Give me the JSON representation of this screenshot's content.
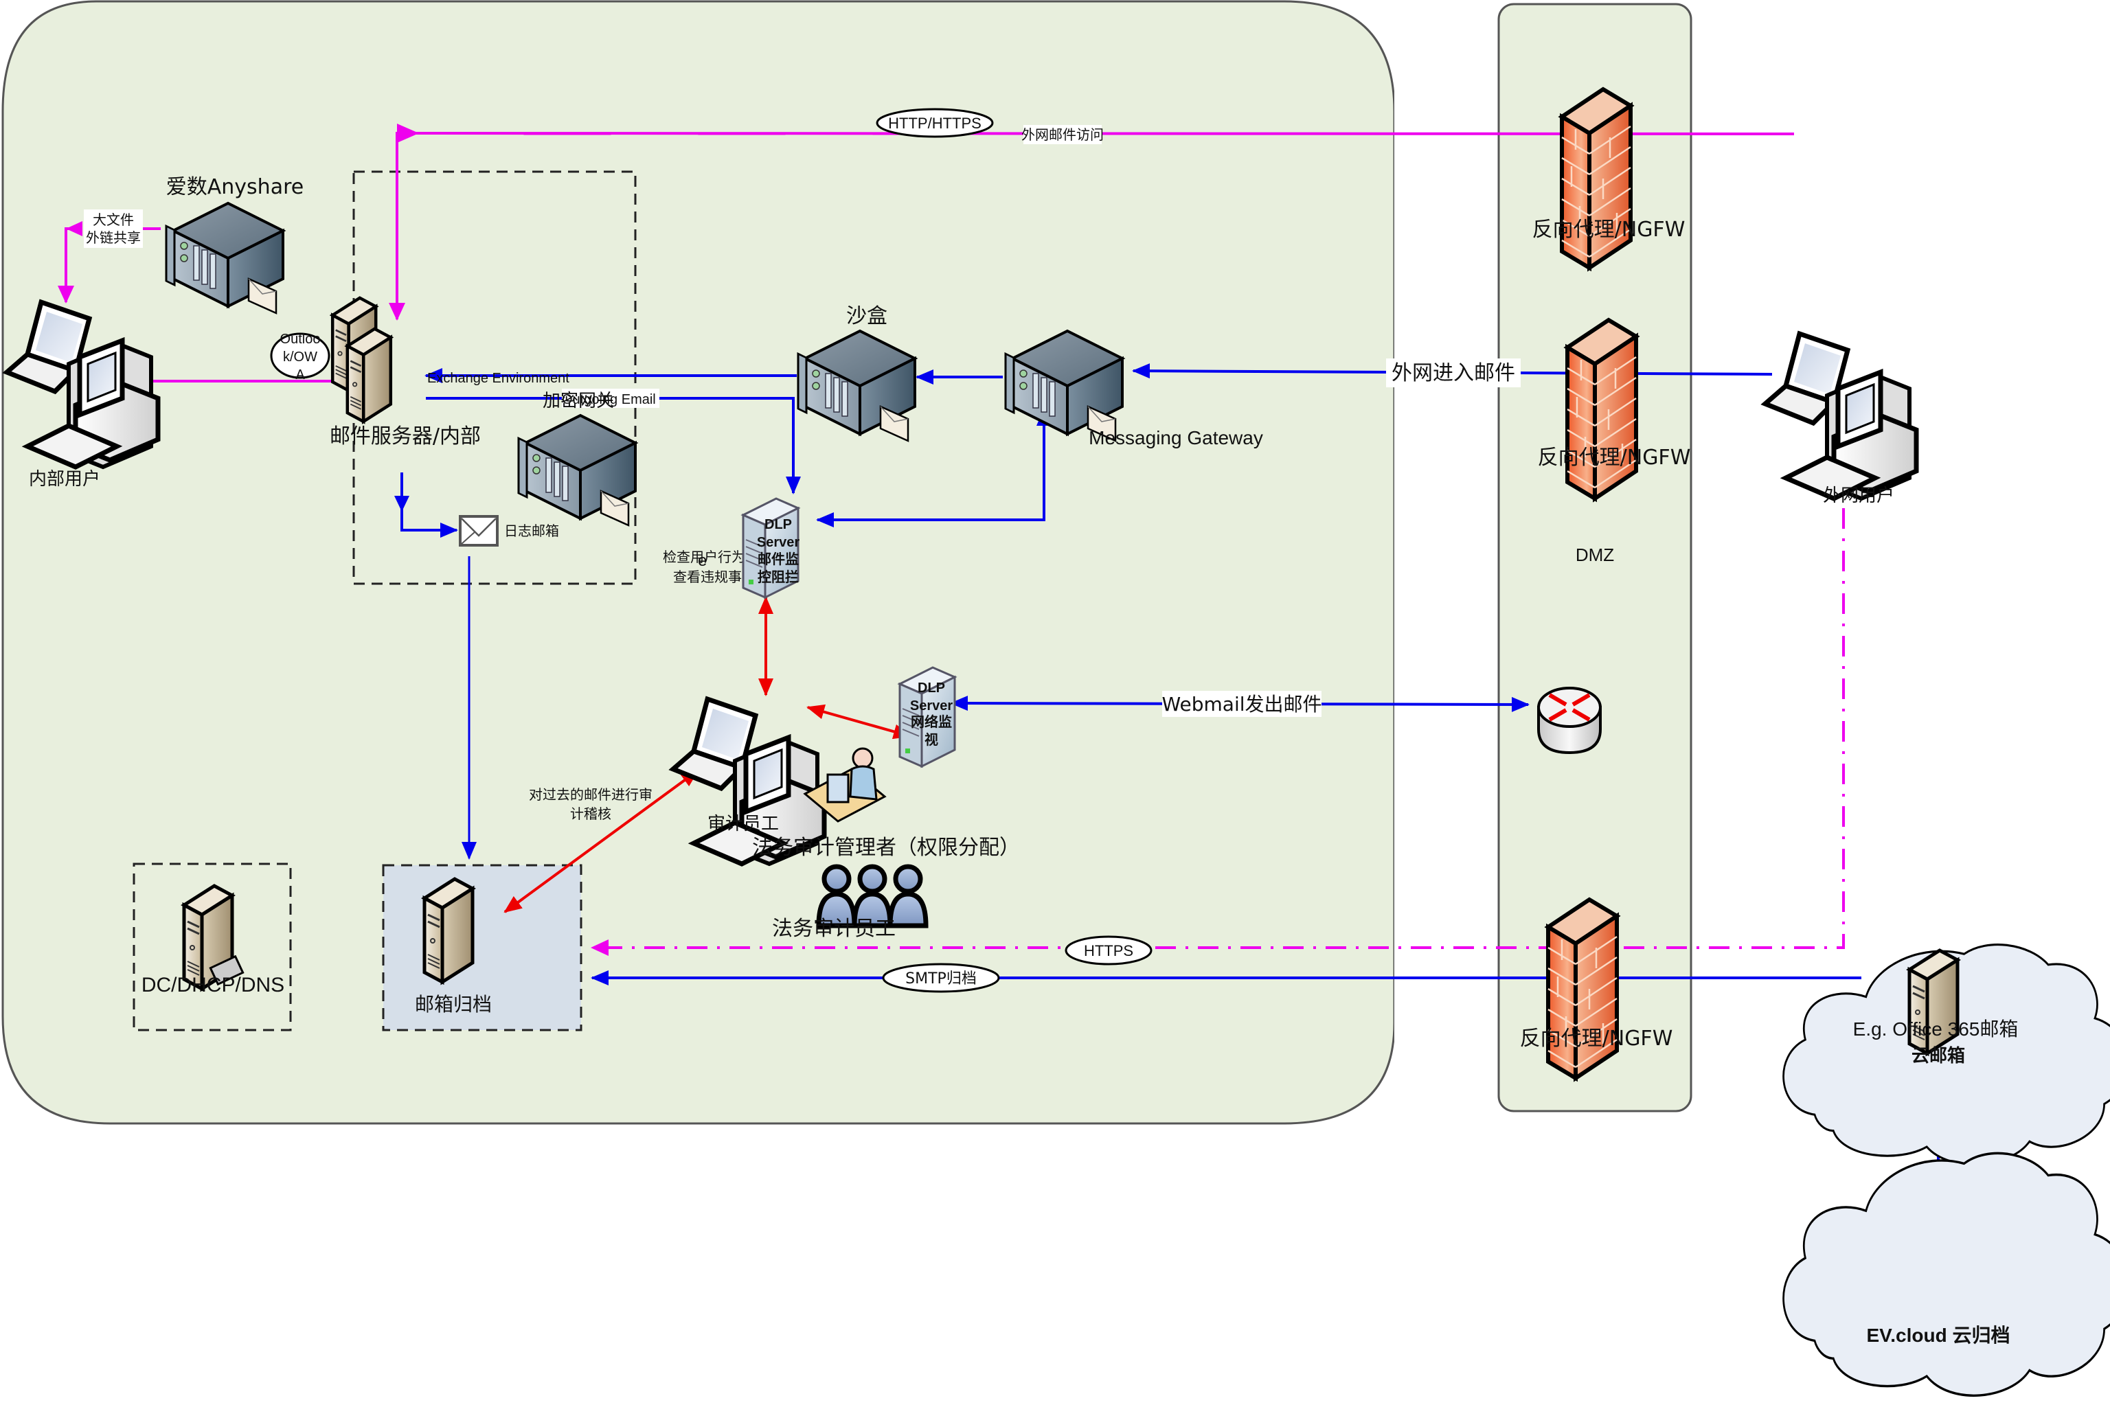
{
  "colors": {
    "zone_fill": "#e8efdd",
    "zone_stroke": "#555555",
    "archive_fill": "#d6dfe9",
    "cloud_fill": "#e9eef6",
    "magenta": "#ee00ee",
    "blue": "#0000ee",
    "red": "#ee0000"
  },
  "zones": {
    "internal": {
      "name": "internal-network-zone"
    },
    "dmz": {
      "label": "DMZ"
    }
  },
  "nodes": {
    "anyshare": {
      "label": "爱数Anyshare",
      "icon": "rack-server-icon"
    },
    "internal_user": {
      "label": "内部用户",
      "icon": "workstation-icon"
    },
    "mail_server": {
      "label": "邮件服务器/内部",
      "icon": "mail-server-icon"
    },
    "encrypt_gateway": {
      "label": "加密网关",
      "icon": "rack-server-icon"
    },
    "journal_mailbox": {
      "label": "日志邮箱",
      "icon": "envelope-icon"
    },
    "sandbox": {
      "label": "沙盒",
      "icon": "rack-server-icon"
    },
    "messaging_gateway": {
      "label": "Messaging Gateway",
      "icon": "rack-server-icon"
    },
    "dlp_mail": {
      "line1": "DLP",
      "line2": "Server",
      "line3": "邮件监",
      "line4": "控阻拦",
      "icon": "tower-server-icon"
    },
    "dlp_network": {
      "line1": "DLP",
      "line2": "Server",
      "line3": "网络监",
      "line4": "视",
      "icon": "tower-server-icon"
    },
    "auditor": {
      "label": "审计员工",
      "icon": "workstation-icon"
    },
    "legal_admin": {
      "label": "法务审计管理者（权限分配）",
      "icon": "desk-user-icon"
    },
    "legal_staff": {
      "label": "法务审计员工",
      "icon": "user-group-icon"
    },
    "dc": {
      "label": "DC/DHCP/DNS",
      "icon": "tower-server-icon"
    },
    "mail_archive": {
      "label": "邮箱归档",
      "icon": "tower-server-icon"
    },
    "fw_top": {
      "label": "反向代理/NGFW",
      "icon": "firewall-icon"
    },
    "fw_mid": {
      "label": "反向代理/NGFW",
      "icon": "firewall-icon"
    },
    "fw_bottom": {
      "label": "反向代理/NGFW",
      "icon": "firewall-icon"
    },
    "router": {
      "icon": "router-icon"
    },
    "external_user": {
      "label": "外网用户",
      "icon": "workstation-icon"
    },
    "office365": {
      "line1": "E.g. Office 365邮箱",
      "line2": "云邮箱",
      "icon": "cloud-icon"
    },
    "evcloud": {
      "label": "EV.cloud 云归档",
      "icon": "cloud-icon"
    }
  },
  "edges": {
    "large_file_share": {
      "line1": "大文件",
      "line2": "外链共享"
    },
    "outlook_owa": {
      "line1": "Outloo",
      "line2": "k/OW",
      "line3": "A"
    },
    "http_https": {
      "label": "HTTP/HTTPS"
    },
    "external_mail_access": {
      "label": "外网邮件访问"
    },
    "exchange_env": {
      "label": "Exchange Environment"
    },
    "outgoing_email": {
      "label": "Outgoing Email"
    },
    "inbound_mail": {
      "label": "外网进入邮件"
    },
    "inspect_behavior": {
      "line1": "检查用户行为，",
      "line2": "查看违规事件",
      "stray": "e"
    },
    "audit_past_mail": {
      "line1": "对过去的邮件进行审",
      "line2": "计稽核"
    },
    "webmail_out": {
      "label": "Webmail发出邮件"
    },
    "https": {
      "label": "HTTPS"
    },
    "smtp_archive": {
      "label": "SMTP归档"
    }
  }
}
